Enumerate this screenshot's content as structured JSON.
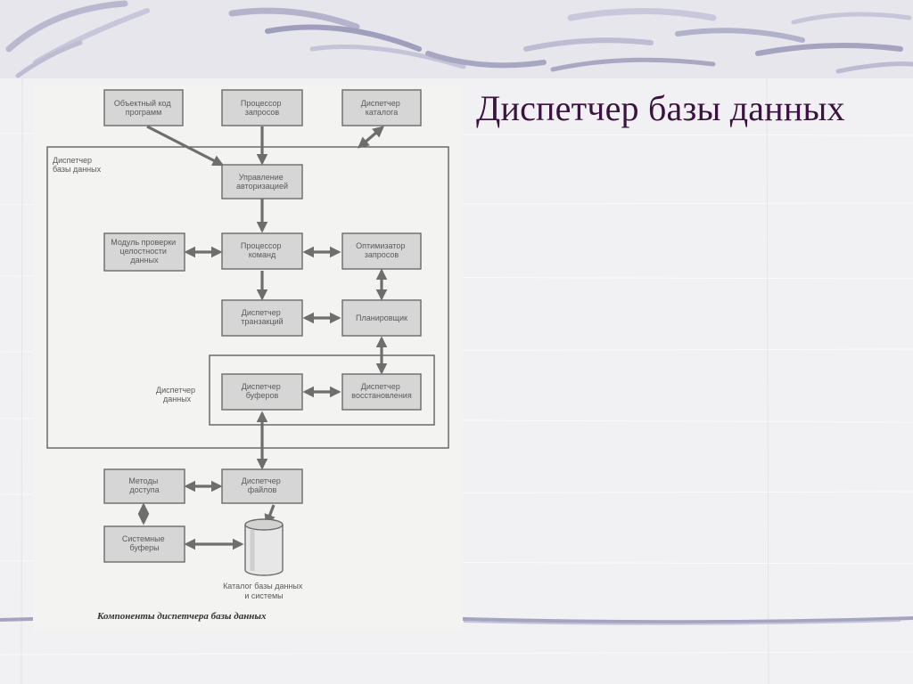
{
  "slide": {
    "title": "Диспетчер базы данных"
  },
  "diagram": {
    "nodes": {
      "object_code": [
        "Объектный код",
        "программ"
      ],
      "query_processor": [
        "Процессор",
        "запросов"
      ],
      "catalog_manager": [
        "Диспетчер",
        "каталога"
      ],
      "authorization_control": [
        "Управление",
        "авторизацией"
      ],
      "integrity_module": [
        "Модуль проверки",
        "целостности",
        "данных"
      ],
      "command_processor": [
        "Процессор",
        "команд"
      ],
      "query_optimizer": [
        "Оптимизатор",
        "запросов"
      ],
      "transaction_manager": [
        "Диспетчер",
        "транзакций"
      ],
      "scheduler": [
        "Планировщик"
      ],
      "buffer_manager": [
        "Диспетчер",
        "буферов"
      ],
      "recovery_manager": [
        "Диспетчер",
        "восстановления"
      ],
      "access_methods": [
        "Методы",
        "доступа"
      ],
      "file_manager": [
        "Диспетчер",
        "файлов"
      ],
      "system_buffers": [
        "Системные",
        "буферы"
      ],
      "database_catalog": [
        "Каталог базы данных",
        "и системы"
      ]
    },
    "groups": {
      "dbms_manager": [
        "Диспетчер",
        "базы данных"
      ],
      "data_manager": [
        "Диспетчер",
        "данных"
      ]
    },
    "caption": "Компоненты диспетчера базы данных"
  }
}
